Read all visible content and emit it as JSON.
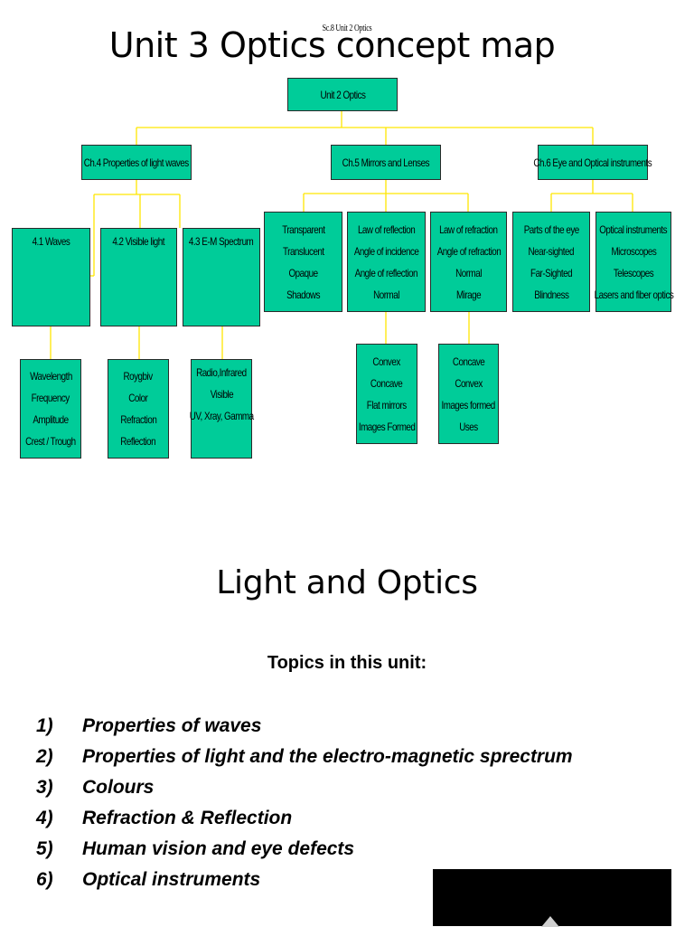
{
  "slide1": {
    "caption": "Sc.8 Unit 2 Optics",
    "title": "Unit 3 Optics concept map",
    "connector_color": "#ffe600",
    "node_color": "#00cc99",
    "nodes": {
      "root": [
        "Unit 2 Optics"
      ],
      "ch4": [
        "Ch.4 Properties of light waves"
      ],
      "ch5": [
        "Ch.5 Mirrors and Lenses"
      ],
      "ch6": [
        "Ch.6 Eye and Optical instruments"
      ],
      "waves": [
        "4.1 Waves"
      ],
      "visible": [
        "4.2 Visible light"
      ],
      "em": [
        "4.3 E-M Spectrum"
      ],
      "transparent": [
        "Transparent",
        "Translucent",
        "Opaque",
        "Shadows"
      ],
      "reflection": [
        "Law of reflection",
        "Angle of incidence",
        "Angle of reflection",
        "Normal"
      ],
      "refraction": [
        "Law of refraction",
        "Angle of refraction",
        "Normal",
        "Mirage"
      ],
      "eye": [
        "Parts of the eye",
        "Near-sighted",
        "Far-Sighted",
        "Blindness"
      ],
      "instruments": [
        "Optical instruments",
        "Microscopes",
        "Telescopes",
        "Lasers and fiber optics"
      ],
      "wavelength": [
        "Wavelength",
        "Frequency",
        "Amplitude",
        "Crest / Trough"
      ],
      "roygbiv": [
        "Roygbiv",
        "Color",
        "Refraction",
        "Reflection"
      ],
      "radio": [
        "Radio,Infrared",
        "Visible",
        "UV, Xray, Gamma"
      ],
      "convex": [
        "Convex",
        "Concave",
        "Flat mirrors",
        "Images Formed"
      ],
      "concave": [
        "Concave",
        "Convex",
        "Images formed",
        "Uses"
      ]
    }
  },
  "slide2": {
    "title": "Light and Optics",
    "subheading": "Topics in this unit:",
    "topics": [
      {
        "num": "1)",
        "text": "Properties of waves"
      },
      {
        "num": "2)",
        "text": "Properties of light and the electro-magnetic sprectrum"
      },
      {
        "num": "3)",
        "text": "Colours"
      },
      {
        "num": "4)",
        "text": "Refraction & Reflection"
      },
      {
        "num": "5)",
        "text": "Human vision and eye defects"
      },
      {
        "num": "6)",
        "text": "Optical instruments"
      }
    ],
    "video_icon": "play-icon"
  }
}
